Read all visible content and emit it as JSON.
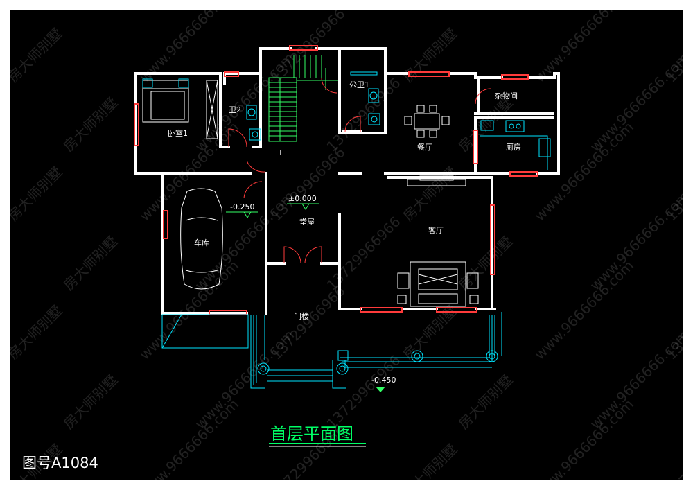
{
  "drawing": {
    "title": "首层平面图",
    "number": "图号A1084",
    "colors": {
      "background": "#000000",
      "frame": "#ffffff",
      "wall": "#ffffff",
      "window": "#ff3b3b",
      "door": "#ff3b3b",
      "fixture": "#00e5ff",
      "stair": "#33ff66",
      "level_marker": "#33ff66",
      "title": "#00ff66"
    }
  },
  "rooms": {
    "bedroom1": "卧室1",
    "wc2": "卫2",
    "wc1": "公卫1",
    "storage": "杂物间",
    "dining": "餐厅",
    "kitchen": "厨房",
    "garage": "车库",
    "hall": "堂屋",
    "living": "客厅",
    "porch": "门楼"
  },
  "levels": {
    "garage": "-0.250",
    "hall": "±0.000",
    "outside": "-0.450"
  },
  "watermark": {
    "phone": "13729966966",
    "site": "www.9666666.com",
    "brand": "房大师别墅"
  }
}
